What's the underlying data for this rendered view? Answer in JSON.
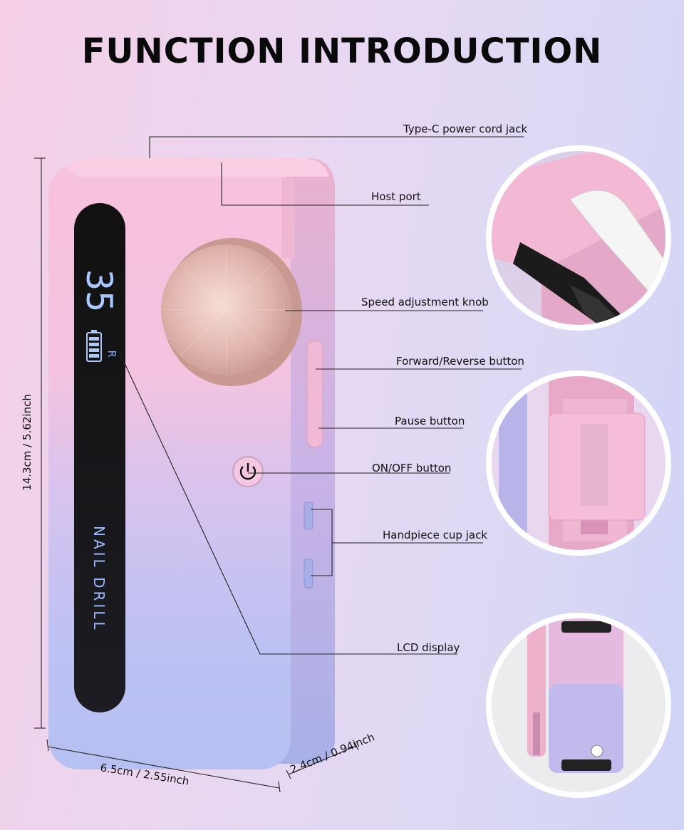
{
  "title": "FUNCTION INTRODUCTION",
  "callouts": {
    "type_c": "Type-C power cord jack",
    "host_port": "Host port",
    "speed_knob": "Speed adjustment knob",
    "forward_reverse": "Forward/Reverse button",
    "pause": "Pause button",
    "on_off": "ON/OFF button",
    "handpiece_cup": "Handpiece cup jack",
    "lcd": "LCD display"
  },
  "dimensions": {
    "height": "14.3cm / 5.62inch",
    "width": "6.5cm / 2.55inch",
    "depth": "2.4cm / 0.94inch"
  },
  "device": {
    "lcd_speed": "35",
    "lcd_direction": "R",
    "label": "NAIL DRILL"
  },
  "colors": {
    "pink": "#f4bcd8",
    "lavender": "#b7bdf2",
    "lcd_blue": "#7aa8ff"
  }
}
